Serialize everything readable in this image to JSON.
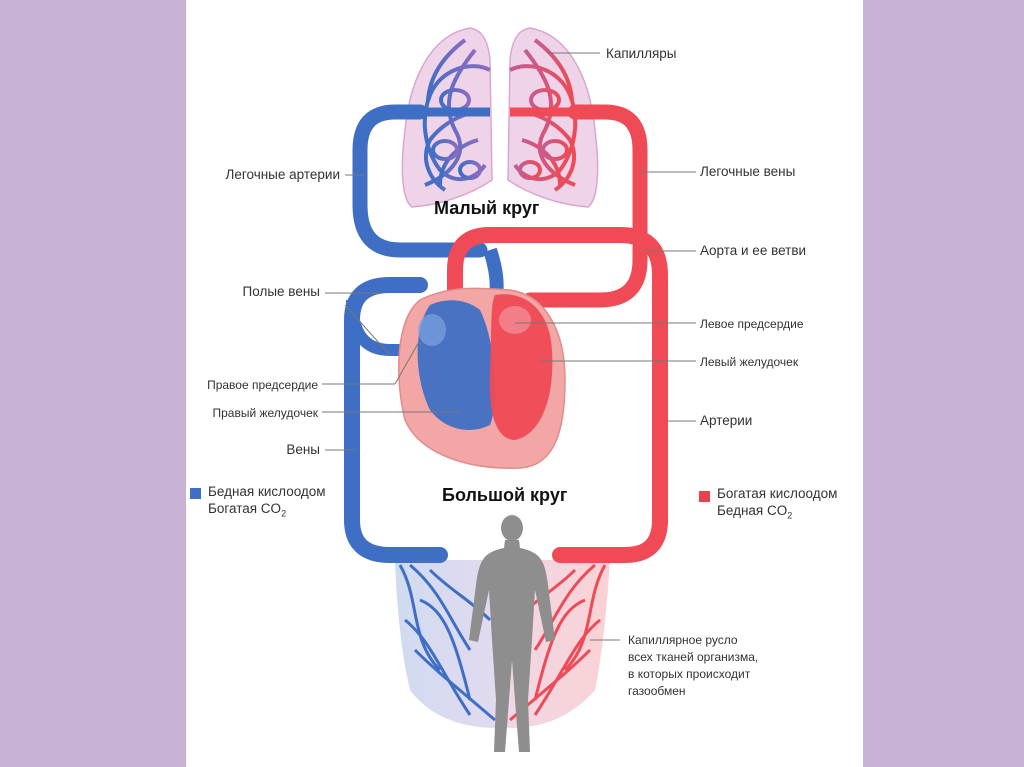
{
  "colors": {
    "background": "#c8b3d6",
    "deoxygenated": "#3f6fc4",
    "oxygenated": "#ef4a55",
    "lung_fill": "#efd3e8",
    "heart_fill": "#f3a6a6",
    "figure": "#8e8e8e"
  },
  "labels": {
    "capillaries": "Капилляры",
    "pulmonary_arteries": "Легочные артерии",
    "pulmonary_veins": "Легочные вены",
    "small_circle": "Малый круг",
    "aorta": "Аорта и ее ветви",
    "vena_cava": "Полые вены",
    "left_atrium": "Левое предсердие",
    "left_ventricle": "Левый желудочек",
    "right_atrium": "Правое предсердие",
    "right_ventricle": "Правый желудочек",
    "arteries": "Артерии",
    "veins": "Вены",
    "large_circle": "Большой круг",
    "capillary_bed": [
      "Капиллярное русло",
      "всех тканей организма,",
      "в которых происходит",
      "газообмен"
    ]
  },
  "legend": {
    "poor": {
      "line1": "Бедная кислоодом",
      "line2_prefix": "Богатая CO",
      "line2_sub": "2",
      "color": "#3f6fc4"
    },
    "rich": {
      "line1": "Богатая кислоодом",
      "line2_prefix": "Бедная CO",
      "line2_sub": "2",
      "color": "#e8414f"
    }
  },
  "icons": {
    "lungs": "lungs-icon",
    "heart": "heart-icon",
    "human": "human-figure-icon"
  }
}
